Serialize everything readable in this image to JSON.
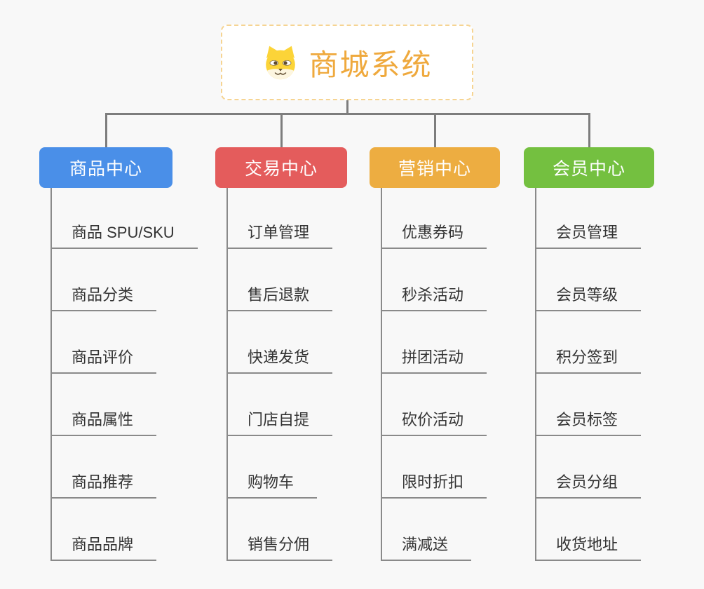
{
  "root": {
    "title": "商城系统",
    "icon": "shiba-dog-icon",
    "title_color": "#efa93d",
    "border_color": "#f6d492"
  },
  "colors": {
    "background": "#f8f8f8",
    "connector": "#7d7d7d",
    "underline": "#8a8a8a",
    "leaf_text": "#333333"
  },
  "branches": [
    {
      "id": "product-center",
      "label": "商品中心",
      "color": "#4a8fe8",
      "children": [
        "商品 SPU/SKU",
        "商品分类",
        "商品评价",
        "商品属性",
        "商品推荐",
        "商品品牌"
      ]
    },
    {
      "id": "trade-center",
      "label": "交易中心",
      "color": "#e45c5c",
      "children": [
        "订单管理",
        "售后退款",
        "快递发货",
        "门店自提",
        "购物车",
        "销售分佣"
      ]
    },
    {
      "id": "marketing-center",
      "label": "营销中心",
      "color": "#edad41",
      "children": [
        "优惠券码",
        "秒杀活动",
        "拼团活动",
        "砍价活动",
        "限时折扣",
        "满减送"
      ]
    },
    {
      "id": "member-center",
      "label": "会员中心",
      "color": "#74c040",
      "children": [
        "会员管理",
        "会员等级",
        "积分签到",
        "会员标签",
        "会员分组",
        "收货地址"
      ]
    }
  ]
}
